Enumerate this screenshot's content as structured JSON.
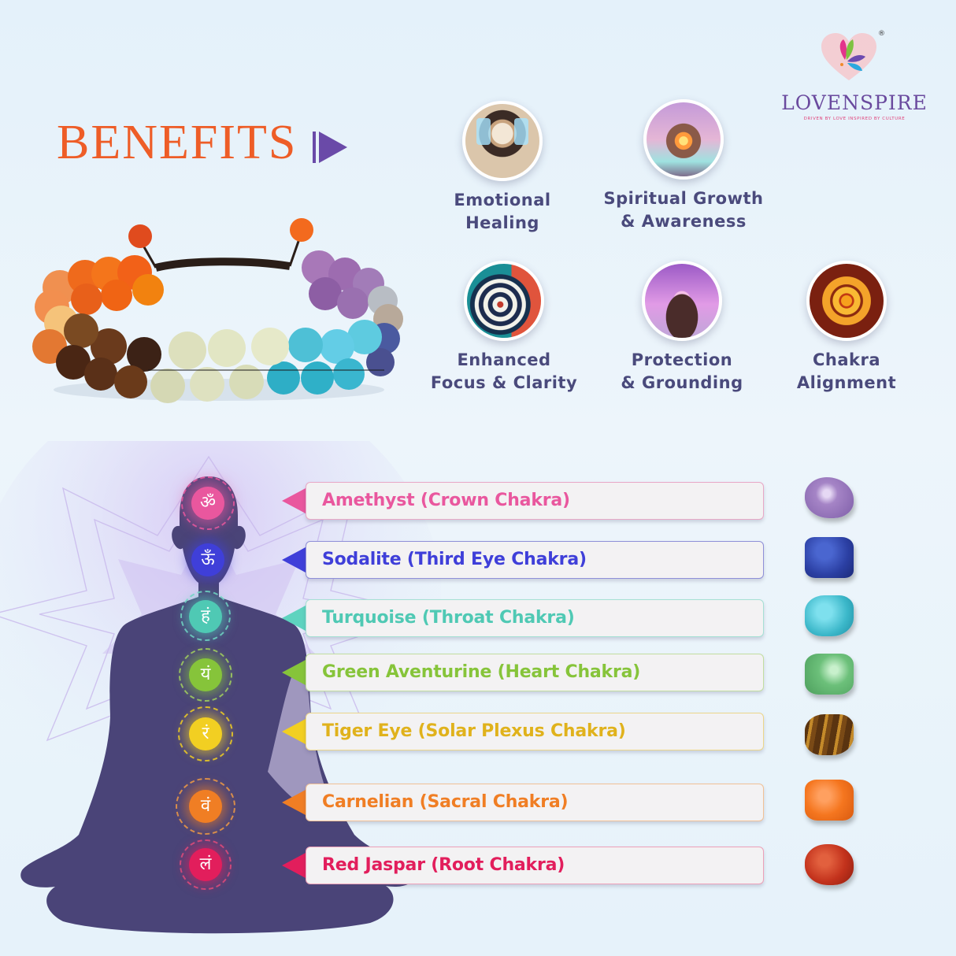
{
  "brand": {
    "name": "LOVENSPIRE",
    "tagline": "DRIVEN BY LOVE INSPIRED BY CULTURE",
    "registered_mark": "®",
    "colors": {
      "name": "#6a4a9e",
      "tagline": "#e0437a",
      "heart": "#f4b8c0"
    }
  },
  "heading": {
    "title": "BENEFITS",
    "color": "#ee5d27",
    "arrow_icon": "play-arrow-icon",
    "arrow_color": "#6a4aa8"
  },
  "product_image": {
    "icon": "bracelet-image",
    "description": "Double-strand 7 chakra bead bracelet with adjustable cord"
  },
  "benefits": [
    {
      "line1": "Emotional",
      "line2": "Healing",
      "icon": "healing-woman-image"
    },
    {
      "line1": "Spiritual Growth",
      "line2": "& Awareness",
      "icon": "glowing-meditation-image"
    },
    {
      "line1": "Enhanced",
      "line2": "Focus & Clarity",
      "icon": "target-image"
    },
    {
      "line1": "Protection",
      "line2": "& Grounding",
      "icon": "praying-hands-image"
    },
    {
      "line1": "Chakra",
      "line2": "Alignment",
      "icon": "mandala-image"
    }
  ],
  "chakras": [
    {
      "label": "Amethyst (Crown Chakra)",
      "symbol": "ॐ",
      "color": "#e9579e",
      "border": "#e8a8c6",
      "stone_color": "#a584c6"
    },
    {
      "label": "Sodalite (Third Eye Chakra)",
      "symbol": "ऊँ",
      "color": "#3f3fd9",
      "border": "#8f8fd8",
      "stone_color": "#2b3fa3"
    },
    {
      "label": "Turquoise (Throat Chakra)",
      "symbol": "हं",
      "color": "#4fc9b4",
      "border": "#a6e0d4",
      "stone_color": "#3bb7c9"
    },
    {
      "label": "Green Aventurine (Heart Chakra)",
      "symbol": "यं",
      "color": "#86c43a",
      "border": "#c2dea0",
      "stone_color": "#6cc07a"
    },
    {
      "label": "Tiger Eye (Solar Plexus Chakra)",
      "symbol": "रं",
      "color": "#e0b21c",
      "border": "#ecd68a",
      "stone_color": "#7a4a16"
    },
    {
      "label": "Carnelian (Sacral Chakra)",
      "symbol": "वं",
      "color": "#f07e24",
      "border": "#f1c196",
      "stone_color": "#f5761f"
    },
    {
      "label": "Red Jaspar (Root Chakra)",
      "symbol": "लं",
      "color": "#e21e5c",
      "border": "#eda0b8",
      "stone_color": "#c3321c"
    }
  ],
  "figure": {
    "icon": "meditating-body-silhouette",
    "color": "#4a4478"
  }
}
